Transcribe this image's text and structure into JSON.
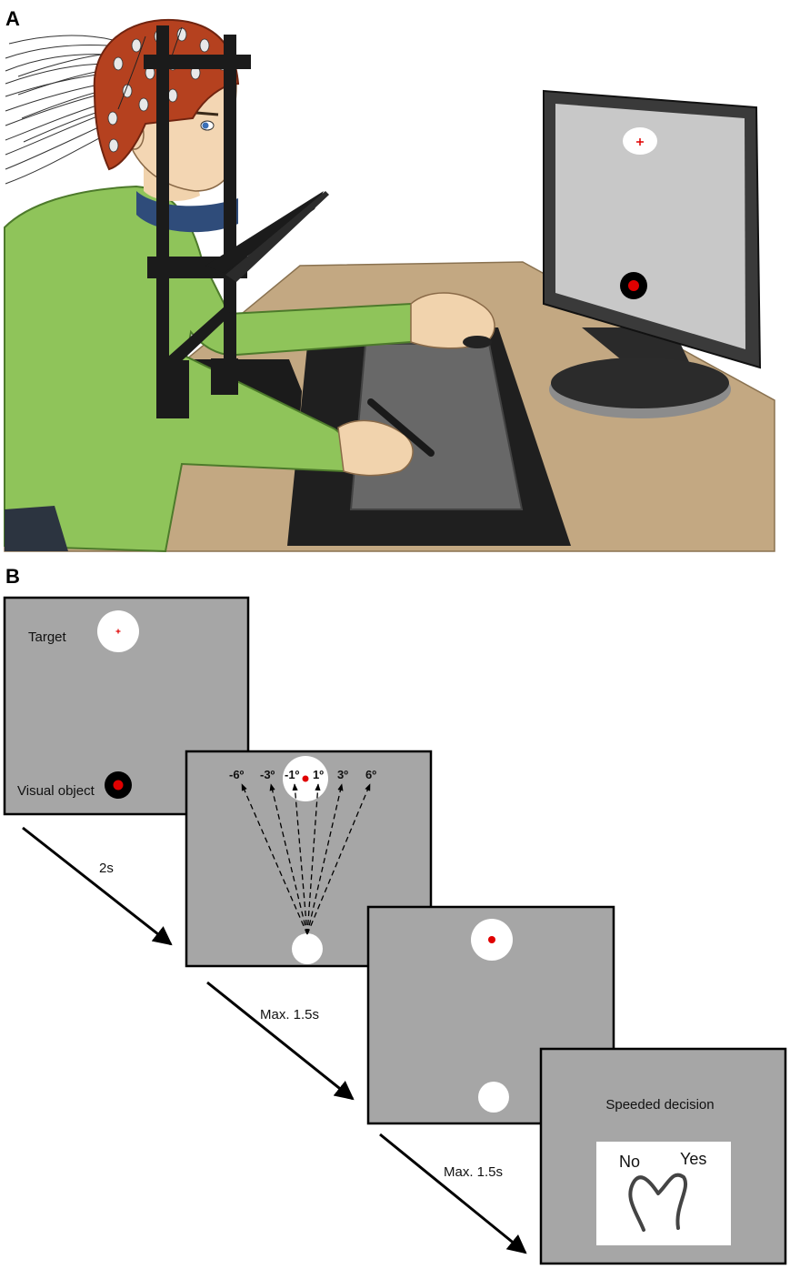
{
  "panel_a": {
    "label": "A"
  },
  "panel_b": {
    "label": "B",
    "screen1": {
      "target_label": "Target",
      "object_label": "Visual object"
    },
    "screen2": {
      "angles": [
        "-6º",
        "-3º",
        "-1º",
        "1º",
        "3º",
        "6º"
      ]
    },
    "screen4": {
      "decision_label": "Speeded decision",
      "option_no": "No",
      "option_yes": "Yes"
    },
    "timings": [
      "2s",
      "Max. 1.5s",
      "Max. 1.5s"
    ]
  },
  "colors": {
    "screen_gray": "#a6a6a6",
    "desk": "#c3a882",
    "sweater": "#8fc45a",
    "cap": "#b5411f",
    "stimulus_red": "#e00000",
    "black": "#000000"
  }
}
